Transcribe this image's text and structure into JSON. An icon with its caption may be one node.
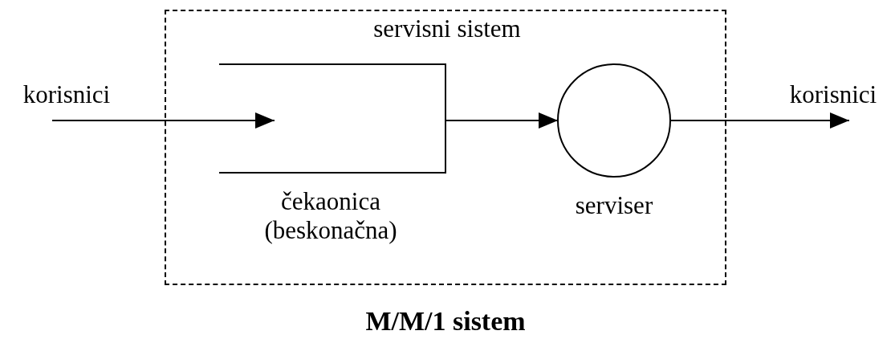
{
  "diagram": {
    "title": "M/M/1 sistem",
    "nodes": [
      {
        "text": [
          "servisni sistem"
        ]
      },
      {
        "text": [
          "čekaonica (beskonačna)"
        ],
        "in": 0
      },
      {
        "text": [
          "serviser"
        ],
        "in": 0
      },
      {
        "text": [
          "korisnici"
        ]
      },
      {
        "text": [
          "korisnici"
        ]
      }
    ],
    "edges": [
      {
        "from": 3,
        "to": 1,
        "arrow": "to"
      },
      {
        "from": 1,
        "to": 2,
        "arrow": "to"
      },
      {
        "from": 2,
        "to": 4,
        "arrow": "to"
      }
    ]
  }
}
